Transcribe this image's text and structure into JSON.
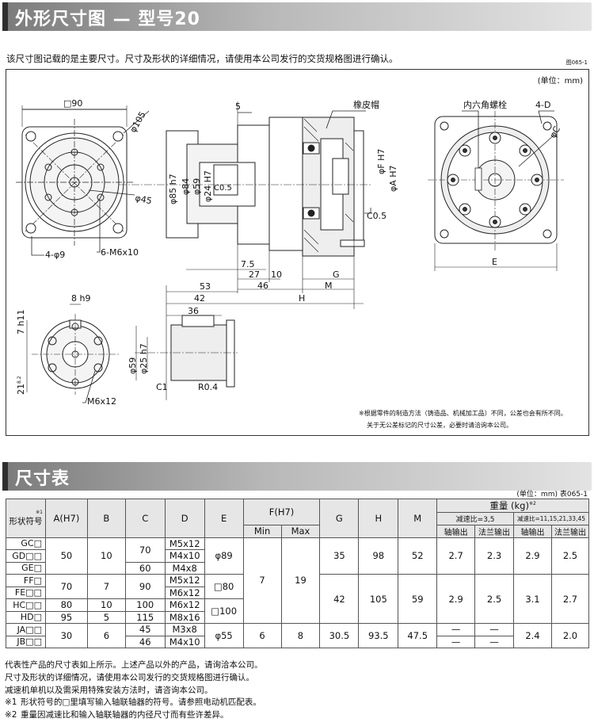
{
  "header1": {
    "title": "外形尺寸图 — 型号20"
  },
  "intro_note": "该尺寸图记载的是主要尺寸。尺寸及形状的详细情况，请使用本公司发行的交货规格图进行确认。",
  "figure_no": "图065-1",
  "unit_label": "(单位：mm)",
  "drawing": {
    "left": {
      "square": "□90",
      "dia105": "φ105",
      "dia45": "φ45",
      "holes": "4-φ9",
      "tapped": "6-M6x10"
    },
    "side": {
      "d5": "5",
      "c05a": "C0.5",
      "c05b": "C0.5",
      "d85": "φ85 h7",
      "d84": "φ84",
      "d59": "φ59",
      "d24": "φ24 H7",
      "rubber_cap": "橡皮帽",
      "fh7": "φF H7",
      "ah7": "φA H7",
      "d75": "7.5",
      "d27": "27",
      "d10": "10",
      "d46": "46",
      "g": "G",
      "m": "M",
      "d53": "53",
      "d42": "42",
      "h": "H",
      "d36": "36",
      "d59b": "φ59",
      "d25": "φ25 h7",
      "c1": "C1",
      "r04": "R0.4"
    },
    "right": {
      "hex_bolt": "内六角螺栓",
      "d4": "4-D",
      "dc": "φC",
      "e": "E"
    },
    "shaft": {
      "key": "8 h9",
      "h11": "7 h11",
      "d21": "21",
      "d21sup": "8.2",
      "m6x12": "M6x12"
    },
    "notes": [
      "※根据零件的制造方法（铸造品、机械加工品）不同，公差也会有所不同。",
      "关于无公差标记的尺寸公差，必要时请洽询本公司。"
    ]
  },
  "header2": {
    "title": "尺寸表"
  },
  "table_unit": "(单位：mm) 表065-1",
  "table": {
    "headers": {
      "model": "形状符号",
      "model_sup": "※1",
      "a": "A(H7)",
      "b": "B",
      "c": "C",
      "d": "D",
      "e": "E",
      "f": "F(H7)",
      "fmin": "Min",
      "fmax": "Max",
      "g": "G",
      "h": "H",
      "m": "M",
      "weight": "重量 (kg)",
      "weight_sup": "※2",
      "ratio1": "减速比=3,5",
      "ratio2": "减速比=11,15,21,33,45",
      "shaft_out": "轴输出",
      "flange_out": "法兰输出"
    },
    "models": [
      "GC□",
      "GD□□",
      "GE□",
      "FF□",
      "FE□□",
      "HC□□",
      "HD□",
      "JA□□",
      "JB□□"
    ],
    "a": [
      "50",
      "70",
      "80",
      "95",
      "30"
    ],
    "b": [
      "10",
      "7",
      "10",
      "5",
      "6"
    ],
    "c": [
      "70",
      "60",
      "90",
      "100",
      "115",
      "45",
      "46"
    ],
    "d": [
      "M5x12",
      "M4x10",
      "M4x8",
      "M5x12",
      "M6x12",
      "M6x12",
      "M8x16",
      "M3x8",
      "M4x10"
    ],
    "e": [
      "φ89",
      "□80",
      "□100",
      "φ55"
    ],
    "fmin": [
      "7",
      "6"
    ],
    "fmax": [
      "19",
      "8"
    ],
    "g": [
      "35",
      "42",
      "30.5"
    ],
    "h": [
      "98",
      "105",
      "93.5"
    ],
    "m": [
      "52",
      "59",
      "47.5"
    ],
    "w1s": [
      "2.7",
      "2.9",
      "—",
      "—"
    ],
    "w1f": [
      "2.3",
      "2.5",
      "—",
      "—"
    ],
    "w2s": [
      "2.9",
      "3.1",
      "2.4"
    ],
    "w2f": [
      "2.5",
      "2.7",
      "2.0"
    ]
  },
  "footnotes": [
    {
      "mark": "",
      "text": "代表性产品的尺寸表如上所示。上述产品以外的产品，请询洽本公司。"
    },
    {
      "mark": "",
      "text": "尺寸及形状的详细情况，请使用本公司发行的交货规格图进行确认。"
    },
    {
      "mark": "",
      "text": "减速机单机以及需采用特殊安装方法时，请咨询本公司。"
    },
    {
      "mark": "※1",
      "text": "形状符号的□里填写输入轴联轴器的符号。请参照电动机匹配表。"
    },
    {
      "mark": "※2",
      "text": "重量因减速比和输入轴联轴器的内径尺寸而有些许差异。"
    }
  ]
}
